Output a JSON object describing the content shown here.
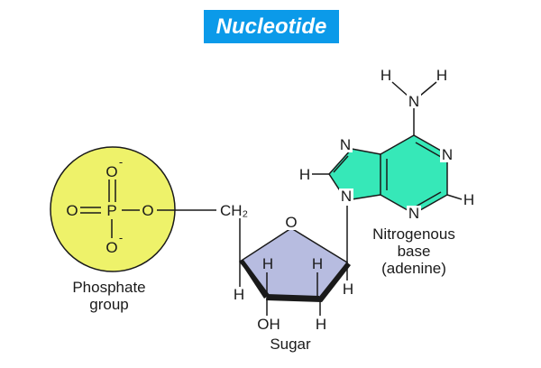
{
  "title": "Nucleotide",
  "colors": {
    "title_bg": "#0b9ae9",
    "phosphate_fill": "#eef26a",
    "sugar_fill": "#b7bce0",
    "base_fill": "#36e8b8"
  },
  "phosphate": {
    "caption_line1": "Phosphate",
    "caption_line2": "group",
    "atoms": {
      "p": "P",
      "o_top": "O",
      "o_top_charge": "-",
      "o_left": "O",
      "o_right": "O",
      "o_bottom": "O",
      "o_bottom_charge": "-"
    }
  },
  "linker": {
    "ch2": "CH₂"
  },
  "sugar": {
    "caption": "Sugar",
    "atoms": {
      "ring_o": "O",
      "h_left_up": "H",
      "h_right_up": "H",
      "h_left_down": "H",
      "h_right_down": "H",
      "oh": "OH",
      "h_bottom": "H"
    }
  },
  "base": {
    "caption_line1": "Nitrogenous",
    "caption_line2": "base",
    "caption_line3": "(adenine)",
    "atoms": {
      "h_amino_left": "H",
      "h_amino_right": "H",
      "n_amino": "N",
      "n7": "N",
      "n1": "N",
      "h8": "H",
      "n9": "N",
      "n3": "N",
      "h2": "H"
    }
  }
}
